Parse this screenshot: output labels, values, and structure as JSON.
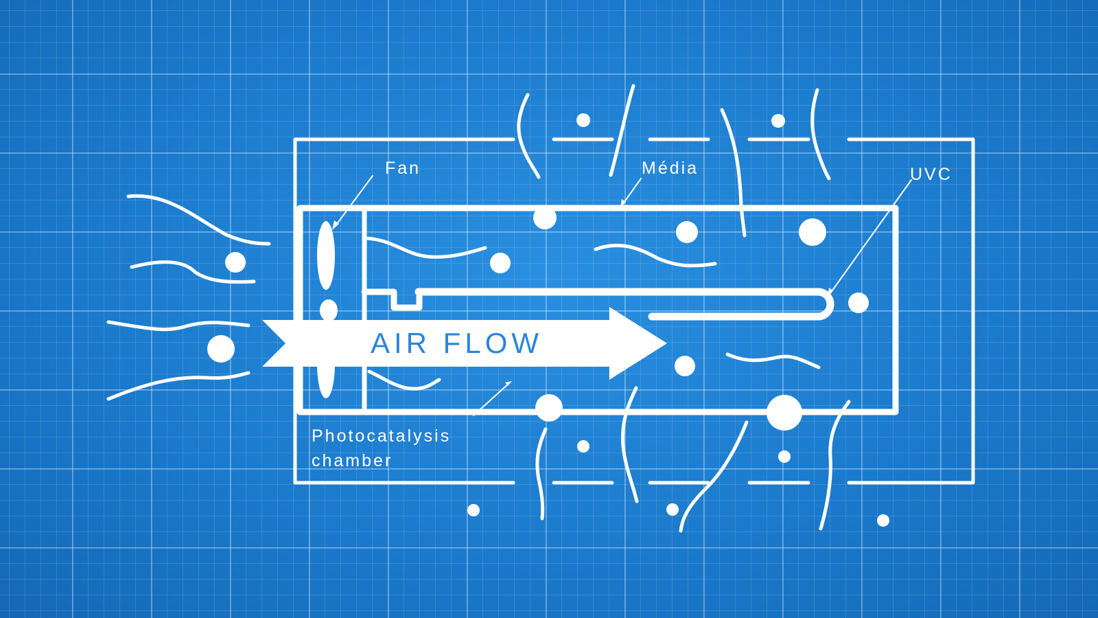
{
  "labels": {
    "fan": "Fan",
    "media": "Média",
    "uvc": "UVC",
    "photocatalysis_chamber": "Photocatalysis chamber",
    "air_flow": "AIR FLOW"
  },
  "colors": {
    "background": "#1c7fd2",
    "grid": "#5aa6e6",
    "lines": "#ffffff",
    "arrow_text": "#2a86d8"
  }
}
